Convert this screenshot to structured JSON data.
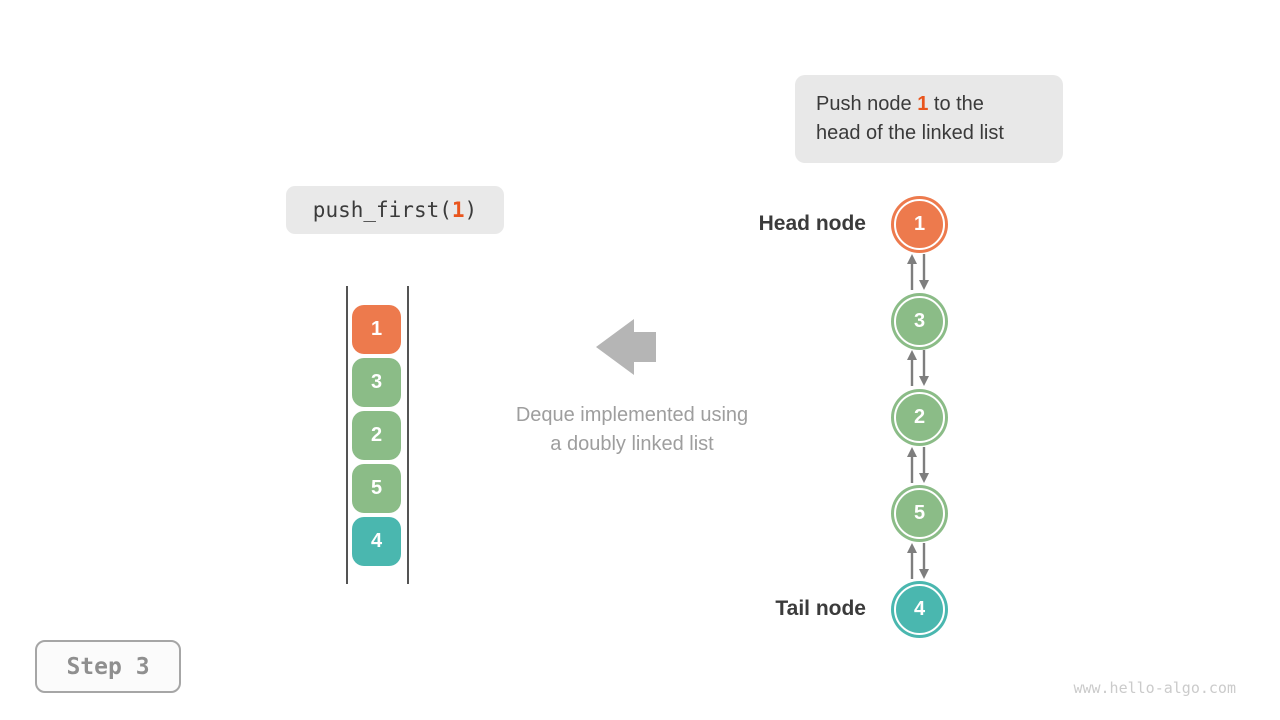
{
  "callout": {
    "line1_prefix": "Push node ",
    "line1_highlight": "1",
    "line1_suffix": " to the",
    "line2": "head of the linked list"
  },
  "code": {
    "prefix": "push_first(",
    "arg": "1",
    "suffix": ")"
  },
  "caption": {
    "line1": "Deque implemented using",
    "line2": "a doubly linked list"
  },
  "labels": {
    "head": "Head node",
    "tail": "Tail node"
  },
  "step_label": "Step 3",
  "watermark": "www.hello-algo.com",
  "stack": {
    "cells": [
      {
        "value": "1",
        "color": "#ED7A4D"
      },
      {
        "value": "3",
        "color": "#8BBC87"
      },
      {
        "value": "2",
        "color": "#8BBC87"
      },
      {
        "value": "5",
        "color": "#8BBC87"
      },
      {
        "value": "4",
        "color": "#4AB7AF"
      }
    ]
  },
  "linked_list": {
    "nodes": [
      {
        "value": "1",
        "color": "#ED7A4D"
      },
      {
        "value": "3",
        "color": "#8BBC87"
      },
      {
        "value": "2",
        "color": "#8BBC87"
      },
      {
        "value": "5",
        "color": "#8BBC87"
      },
      {
        "value": "4",
        "color": "#4AB7AF"
      }
    ]
  },
  "colors": {
    "highlight_text": "#E9551D",
    "callout_bg": "#E8E8E8",
    "code_bg": "#E9E9E9",
    "big_arrow": "#B5B5B5",
    "connector_arrow": "#7E7E7E",
    "rail": "#545454",
    "orange_node": "#ED7A4D",
    "green_node": "#8BBC87",
    "teal_node": "#4AB7AF"
  },
  "icons": {
    "deque_direction": "left-arrow"
  }
}
